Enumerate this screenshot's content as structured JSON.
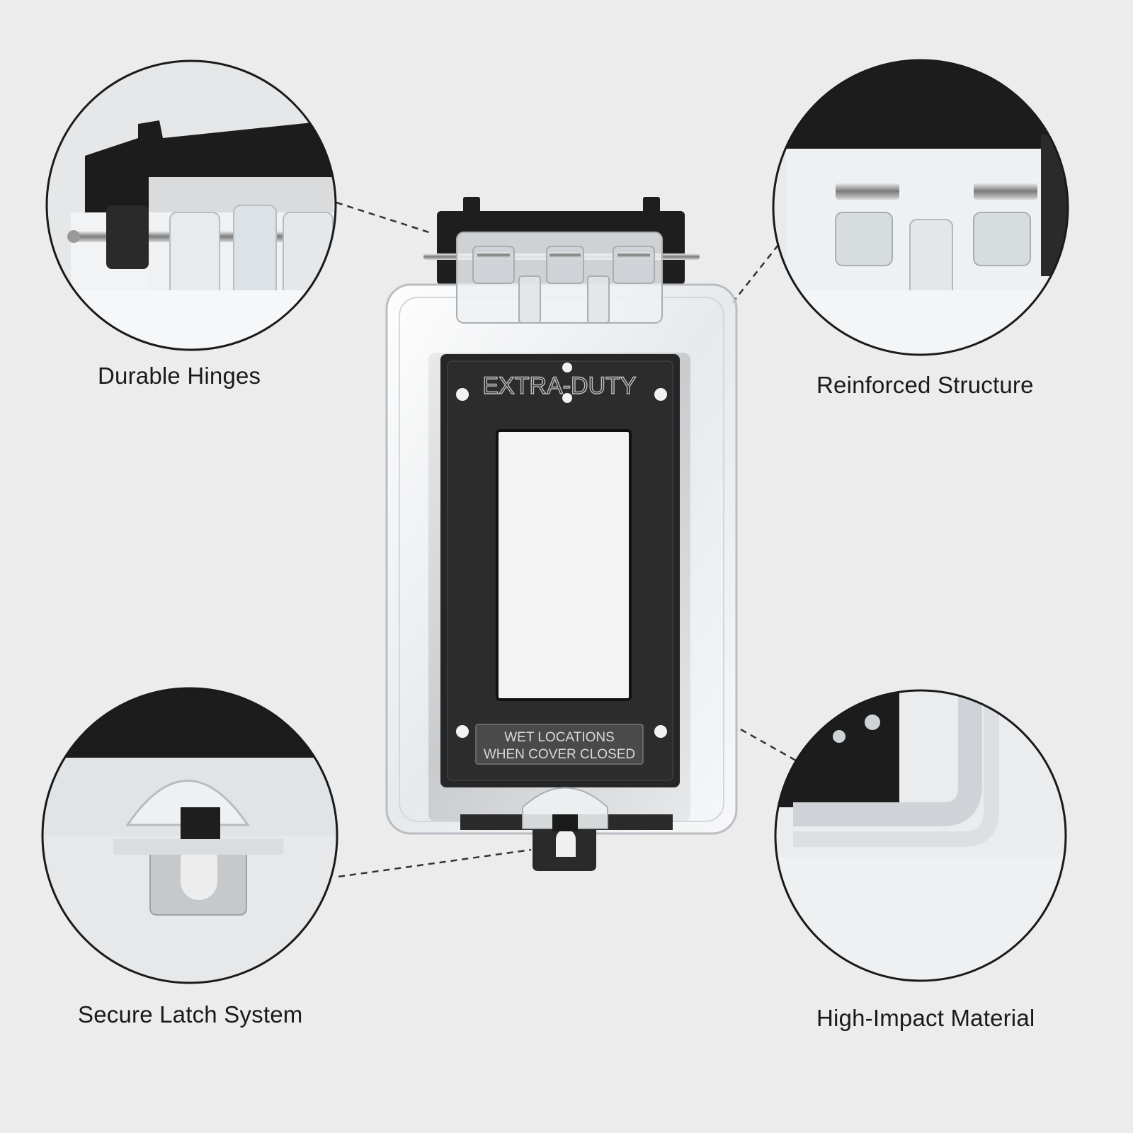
{
  "features": {
    "hinges": "Durable Hinges",
    "structure": "Reinforced Structure",
    "latch": "Secure Latch System",
    "material": "High-Impact Material"
  },
  "product": {
    "rating_text": "EXTRA-DUTY",
    "label_line_1": "WET LOCATIONS",
    "label_line_2": "WHEN COVER CLOSED"
  },
  "colors": {
    "background": "#ececec",
    "base_black": "#1e1e1e",
    "clear_cover": "#f4f6f8",
    "callout_line": "#333333"
  }
}
